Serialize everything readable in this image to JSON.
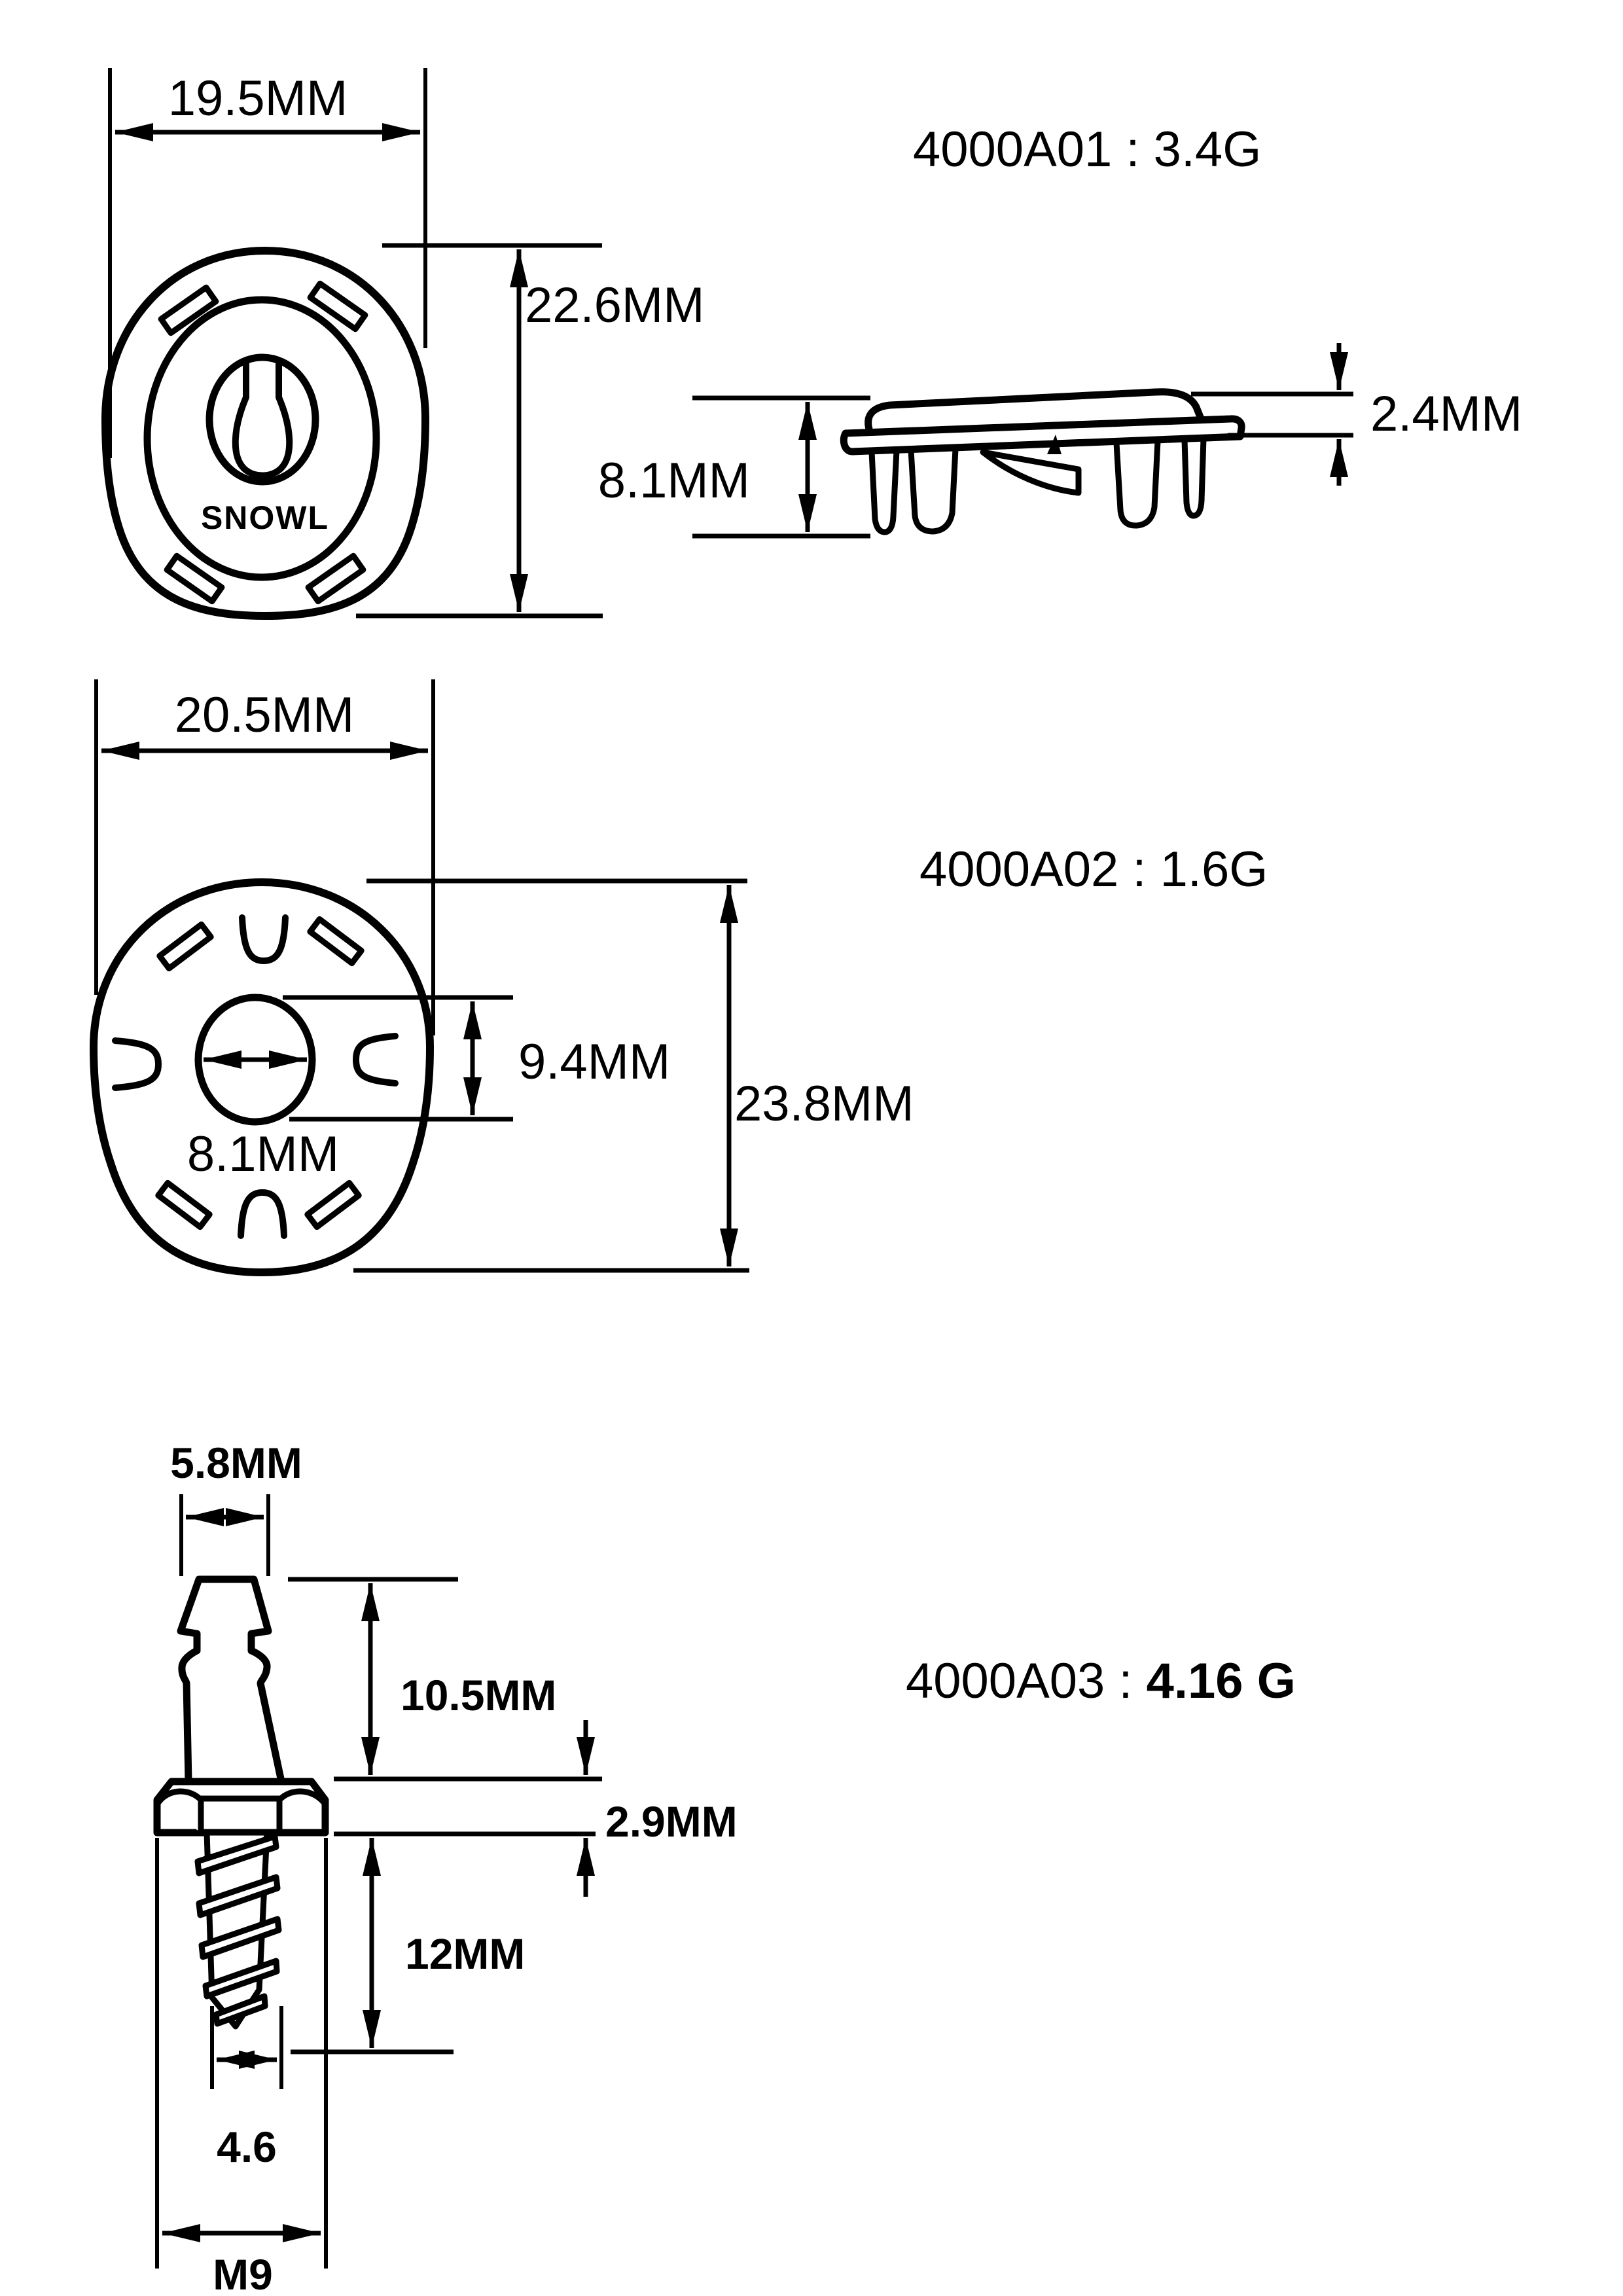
{
  "drawing": {
    "background_color": "#ffffff",
    "line_color": "#000000",
    "parts": [
      {
        "code": "4000A01",
        "title": "4000A01 : 3.4G",
        "brand_text": "SNOWL",
        "dimensions": {
          "width": "19.5MM",
          "height": "22.6MM",
          "side_height": "8.1MM",
          "cap_offset": "2.4MM"
        }
      },
      {
        "code": "4000A02",
        "title": "4000A02 : 1.6G",
        "dimensions": {
          "width": "20.5MM",
          "height": "23.8MM",
          "hole_diameter": "8.1MM",
          "hole_span": "9.4MM"
        }
      },
      {
        "code": "4000A03",
        "title_code": "4000A03 : ",
        "title_weight": "4.16 G",
        "dimensions": {
          "stem_width": "5.8MM",
          "stem_length": "10.5MM",
          "flange_thickness": "2.9MM",
          "screw_length": "12MM",
          "tip_width": "4.6",
          "thread_size": "M9"
        }
      }
    ]
  }
}
